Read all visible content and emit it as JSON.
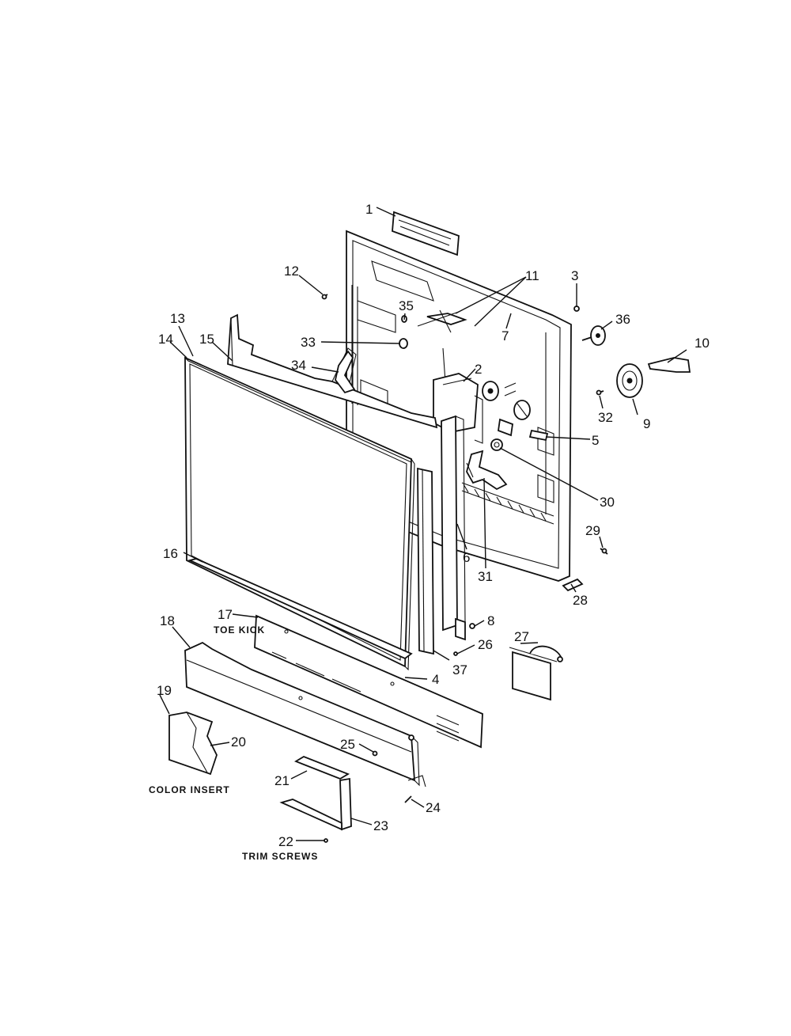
{
  "diagram": {
    "callouts": [
      {
        "id": "1",
        "text": "1"
      },
      {
        "id": "2",
        "text": "2"
      },
      {
        "id": "3",
        "text": "3"
      },
      {
        "id": "4",
        "text": "4"
      },
      {
        "id": "5",
        "text": "5"
      },
      {
        "id": "6",
        "text": "6"
      },
      {
        "id": "7",
        "text": "7"
      },
      {
        "id": "8",
        "text": "8"
      },
      {
        "id": "9",
        "text": "9"
      },
      {
        "id": "10",
        "text": "10"
      },
      {
        "id": "11",
        "text": "11"
      },
      {
        "id": "12",
        "text": "12"
      },
      {
        "id": "13",
        "text": "13"
      },
      {
        "id": "14",
        "text": "14"
      },
      {
        "id": "15",
        "text": "15"
      },
      {
        "id": "16",
        "text": "16"
      },
      {
        "id": "17",
        "text": "17"
      },
      {
        "id": "18",
        "text": "18"
      },
      {
        "id": "19",
        "text": "19"
      },
      {
        "id": "20",
        "text": "20"
      },
      {
        "id": "21",
        "text": "21"
      },
      {
        "id": "22",
        "text": "22"
      },
      {
        "id": "23",
        "text": "23"
      },
      {
        "id": "24",
        "text": "24"
      },
      {
        "id": "25",
        "text": "25"
      },
      {
        "id": "26",
        "text": "26"
      },
      {
        "id": "27",
        "text": "27"
      },
      {
        "id": "28",
        "text": "28"
      },
      {
        "id": "29",
        "text": "29"
      },
      {
        "id": "30",
        "text": "30"
      },
      {
        "id": "31",
        "text": "31"
      },
      {
        "id": "32",
        "text": "32"
      },
      {
        "id": "33",
        "text": "33"
      },
      {
        "id": "34",
        "text": "34"
      },
      {
        "id": "35",
        "text": "35"
      },
      {
        "id": "36",
        "text": "36"
      },
      {
        "id": "37",
        "text": "37"
      }
    ],
    "captions": {
      "toe_kick": "TOE KICK",
      "color_insert": "COLOR INSERT",
      "trim_screws": "TRIM SCREWS"
    }
  }
}
